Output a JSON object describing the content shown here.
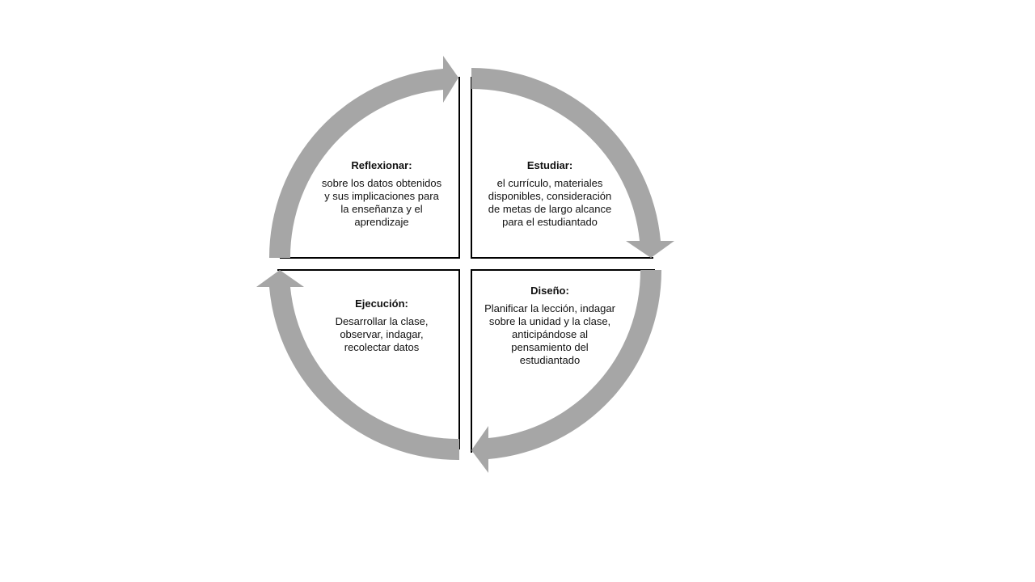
{
  "quadrants": {
    "reflexionar": {
      "title": "Reflexionar:",
      "body": "sobre los datos obtenidos y sus implicaciones para la enseñanza y el aprendizaje"
    },
    "estudiar": {
      "title": "Estudiar:",
      "body": "el currículo, materiales disponibles, consideración de metas de largo alcance para el estudiantado"
    },
    "ejecucion": {
      "title": "Ejecución:",
      "body": "Desarrollar la clase, observar, indagar, recolectar datos"
    },
    "diseno": {
      "title": "Diseño:",
      "body": "Planificar la lección, indagar sobre la unidad y la clase, anticipándose al pensamiento del estudiantado"
    }
  },
  "colors": {
    "arrow": "#a6a6a6",
    "border": "#000000",
    "text": "#111111",
    "background": "#ffffff"
  }
}
